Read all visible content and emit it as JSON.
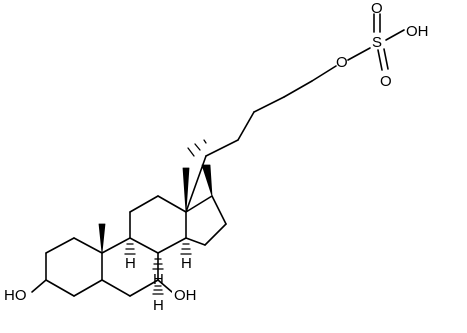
{
  "molecule": {
    "labels": {
      "oh_3": "HO",
      "oh_7": "OH",
      "ester_o": "O",
      "sulfur": "S",
      "sulfonyl_o_top": "O",
      "sulfonyl_o_bottom": "O",
      "sulfo_oh": "OH",
      "h_c8": "H",
      "h_c9": "H",
      "h_c14": "H",
      "h_c8_lower": "H"
    }
  }
}
